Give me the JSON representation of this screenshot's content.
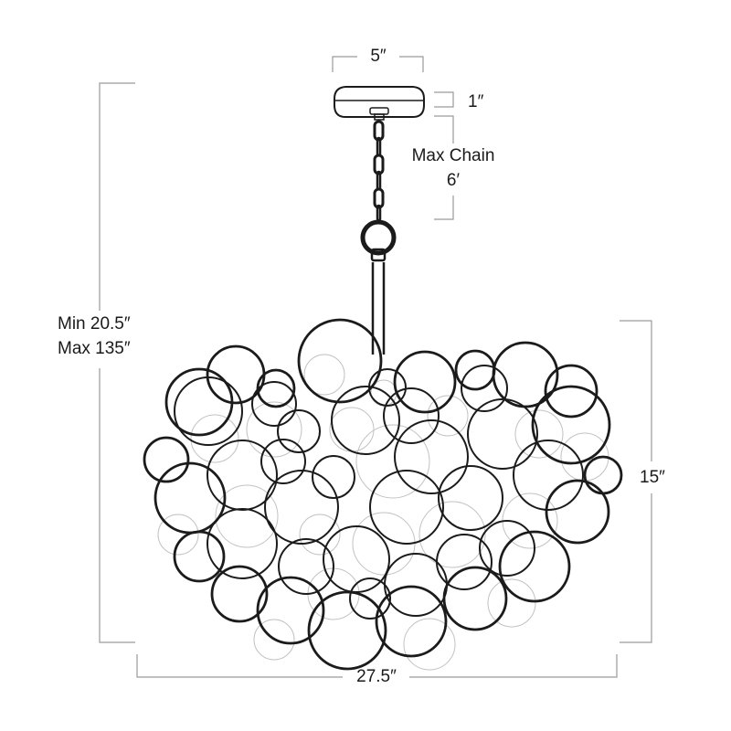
{
  "product": "Chandelier",
  "dimensions": {
    "canopy_width": "5″",
    "canopy_height": "1″",
    "max_chain_label": "Max Chain",
    "max_chain_value": "6′",
    "overall_height_min": "Min 20.5″",
    "overall_height_max": "Max 135″",
    "fixture_height": "15″",
    "fixture_width": "27.5″"
  },
  "colors": {
    "outline": "#1b1b1b",
    "guides": "#9a9a9a",
    "ghost_lines": "#c2c2c2",
    "background": "#ffffff"
  }
}
